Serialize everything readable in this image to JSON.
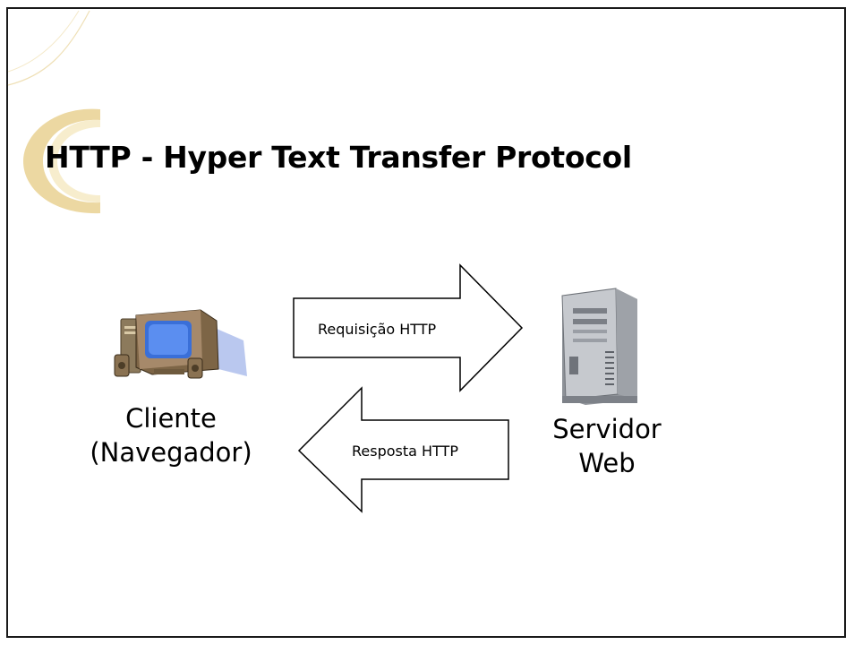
{
  "slide": {
    "title": "HTTP - Hyper Text Transfer Protocol"
  },
  "diagram": {
    "client": {
      "icon": "desktop-computer-icon",
      "label_line1": "Cliente",
      "label_line2": "(Navegador)"
    },
    "server": {
      "icon": "server-tower-icon",
      "label_line1": "Servidor",
      "label_line2": "Web"
    },
    "request_arrow": {
      "label": "Requisição HTTP",
      "direction": "right"
    },
    "response_arrow": {
      "label": "Resposta HTTP",
      "direction": "left"
    }
  },
  "colors": {
    "border": "#1a1a1a",
    "decor_gold": "#e8cf8c",
    "decor_gold_light": "#f3e3b4",
    "monitor_screen": "#4b7ee0",
    "monitor_body": "#8a7252",
    "server_body": "#b9bcc1"
  }
}
